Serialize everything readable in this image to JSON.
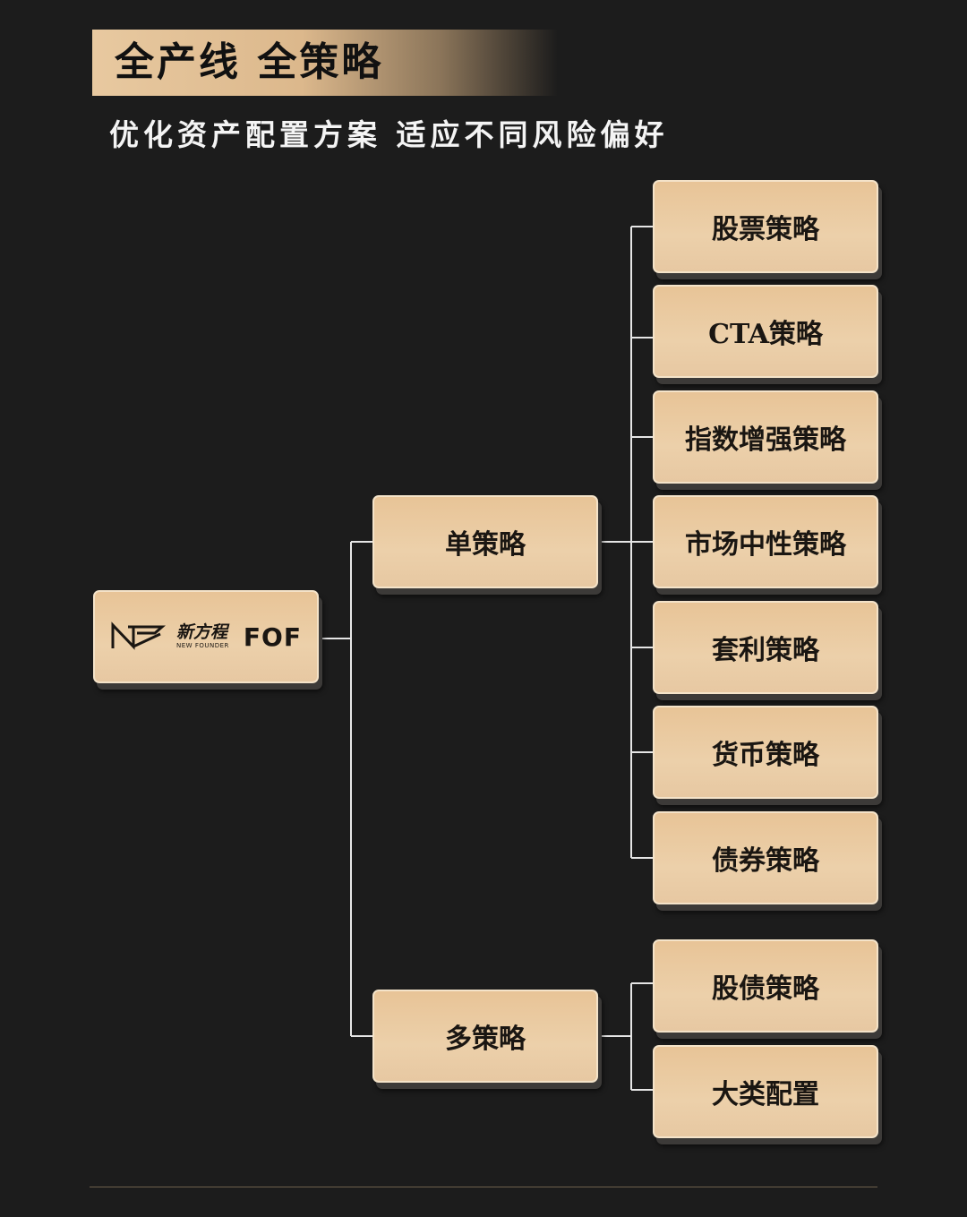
{
  "header": {
    "title": "全产线 全策略",
    "subtitle": "优化资产配置方案 适应不同风险偏好"
  },
  "root": {
    "brand_cn": "新方程",
    "brand_en": "NEW FOUNDER",
    "brand_suffix": "FOF"
  },
  "branches": [
    {
      "label": "单策略",
      "children": [
        "股票策略",
        "CTA策略",
        "指数增强策略",
        "市场中性策略",
        "套利策略",
        "货币策略",
        "债券策略"
      ]
    },
    {
      "label": "多策略",
      "children": [
        "股债策略",
        "大类配置"
      ]
    }
  ],
  "colors": {
    "background": "#1c1c1c",
    "node_fill": "#e9c9a0",
    "connector": "#e6e6e6",
    "text_dark": "#1a1612"
  }
}
